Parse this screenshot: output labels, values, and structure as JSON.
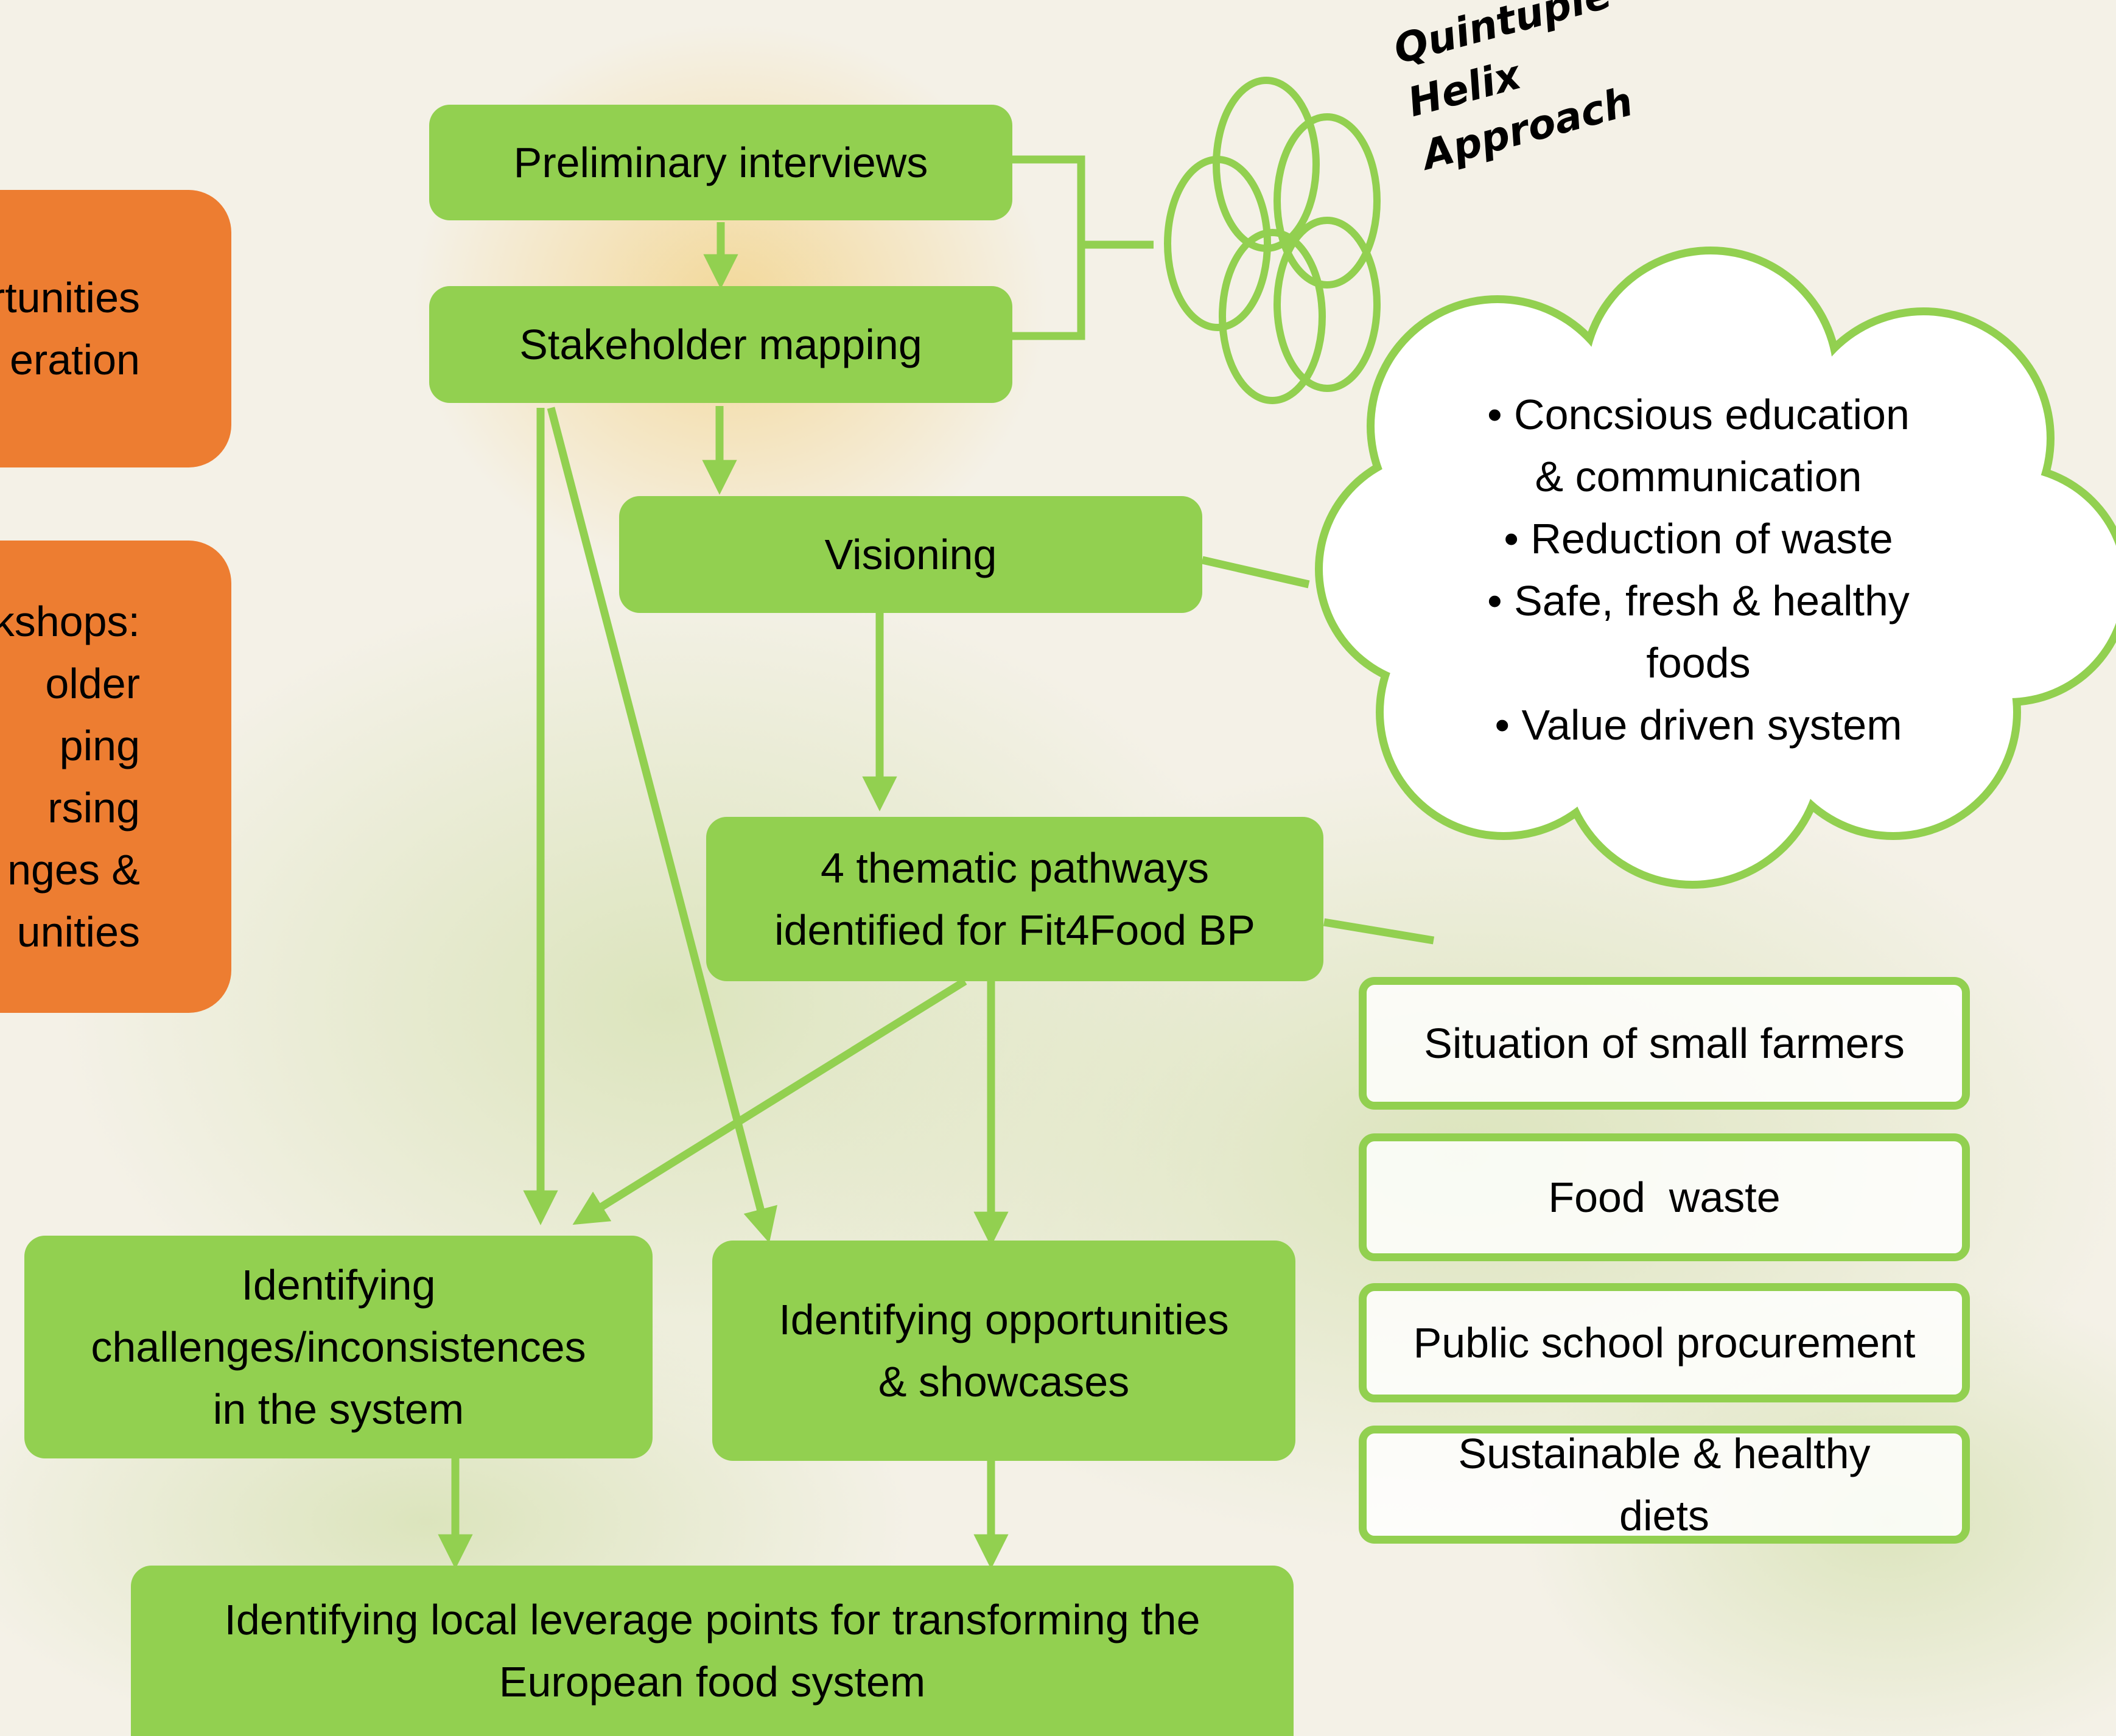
{
  "helix_label": [
    "Quintuple",
    "Helix",
    "Approach"
  ],
  "left_boxes": {
    "top_lines": [
      "rtunities",
      "eration"
    ],
    "bottom_lines": [
      "kshops:",
      "older",
      "ping",
      "rsing",
      "nges &",
      "unities"
    ]
  },
  "flow": {
    "preliminary_interviews": "Preliminary interviews",
    "stakeholder_mapping": "Stakeholder mapping",
    "visioning": "Visioning",
    "thematic_pathways": [
      "4 thematic pathways",
      "identified for Fit4Food BP"
    ],
    "identifying_challenges": [
      "Identifying",
      "challenges/inconsistences",
      "in the system"
    ],
    "identifying_opportunities": [
      "Identifying opportunities",
      "& showcases"
    ],
    "leverage_points": [
      "Identifying local leverage points for transforming the",
      "European food system"
    ]
  },
  "vision_cloud": [
    "Concsious education",
    "& communication",
    "Reduction of waste",
    "Safe, fresh & healthy",
    "foods",
    "Value driven system"
  ],
  "pathways": [
    [
      "Situation of small farmers"
    ],
    [
      "Food  waste"
    ],
    [
      "Public school procurement"
    ],
    [
      "Sustainable & healthy",
      "diets"
    ]
  ],
  "colors": {
    "green": "#92d050",
    "orange": "#ed7d31",
    "text": "#000000"
  }
}
